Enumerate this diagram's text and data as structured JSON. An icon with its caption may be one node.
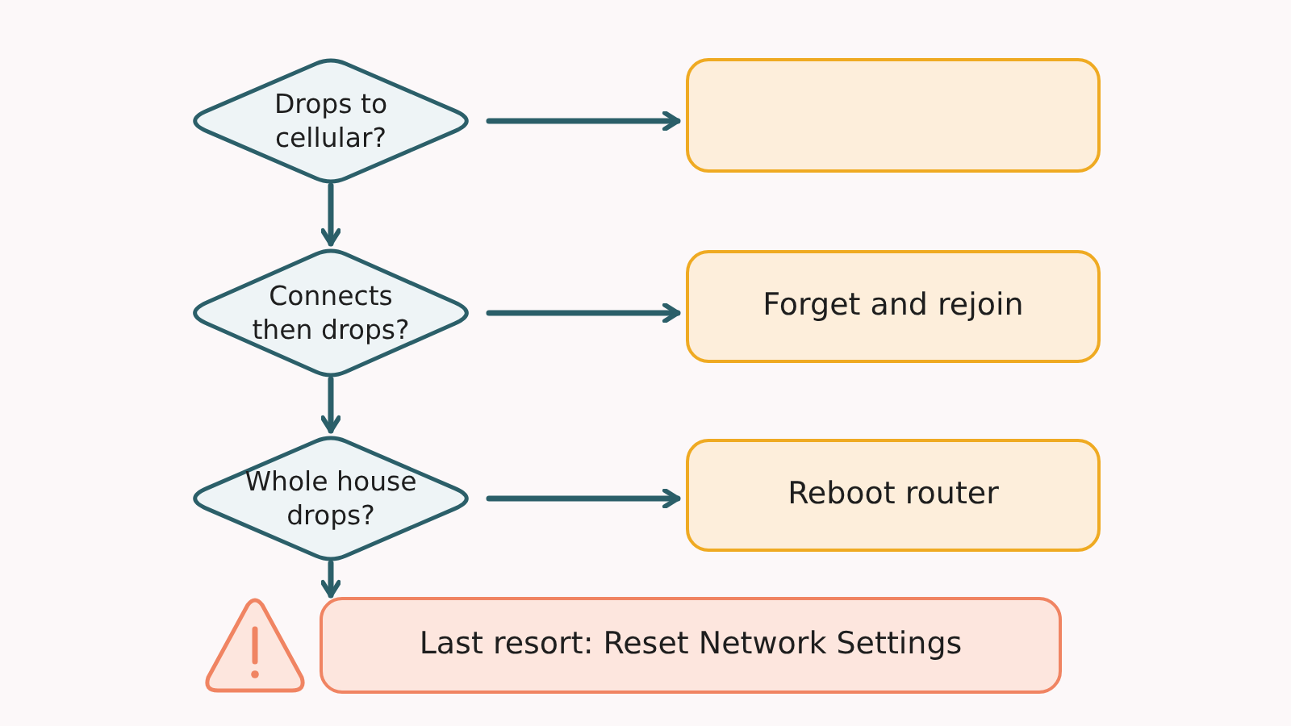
{
  "diagram": {
    "nodes": [
      {
        "text": [
          "Drops to cellular?"
        ]
      },
      {
        "text": [],
        "shape": "box"
      },
      {
        "text": [
          "Connects then drops?"
        ]
      },
      {
        "text": [
          "Forget and rejoin"
        ]
      },
      {
        "text": [
          "Whole house drops?"
        ]
      },
      {
        "text": [
          "Reboot router"
        ]
      },
      {
        "text": [
          "Last resort: Reset Network Settings"
        ]
      }
    ],
    "edges": [
      {
        "from": 0,
        "to": 1,
        "arrow": "to"
      },
      {
        "from": 0,
        "to": 2,
        "arrow": "to"
      },
      {
        "from": 2,
        "to": 3,
        "arrow": "to"
      },
      {
        "from": 2,
        "to": 4,
        "arrow": "to"
      },
      {
        "from": 4,
        "to": 5,
        "arrow": "to"
      },
      {
        "from": 4,
        "to": 6,
        "arrow": "to"
      }
    ]
  }
}
